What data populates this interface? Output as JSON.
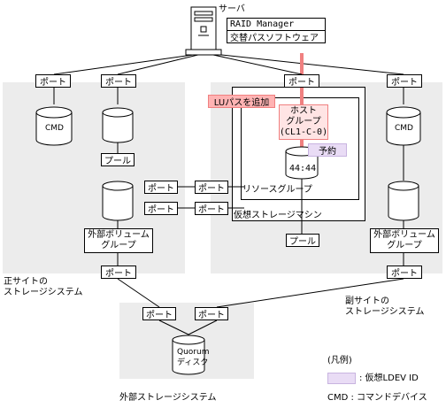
{
  "server": {
    "label": "サーバ",
    "software": [
      "RAID Manager",
      "交替パスソフトウェア"
    ]
  },
  "port_label": "ポート",
  "pool_label": "プール",
  "primary_site": {
    "title_line1": "正サイトの",
    "title_line2": "ストレージシステム",
    "cmd_label": "CMD",
    "ext_group_line1": "外部ボリューム",
    "ext_group_line2": "グループ"
  },
  "secondary_site": {
    "title_line1": "副サイトの",
    "title_line2": "ストレージシステム",
    "cmd_label": "CMD",
    "add_lu_path": "LUパスを追加",
    "host_group_line1": "ホスト",
    "host_group_line2": "グループ",
    "host_group_line3": "(CL1-C-0)",
    "reserve_label": "予約",
    "ldev_id": "44:44",
    "resource_group": "リソースグループ",
    "virtual_storage": "仮想ストレージマシン",
    "ext_group_line1": "外部ボリューム",
    "ext_group_line2": "グループ"
  },
  "external": {
    "title": "外部ストレージシステム",
    "quorum_line1": "Quorum",
    "quorum_line2": "ディスク"
  },
  "legend": {
    "title": "(凡例)",
    "virtual_ldev": ": 仮想LDEV ID",
    "cmd": "CMD : コマンドデバイス"
  },
  "colors": {
    "region_bg": "#ececec",
    "lu_path_red": "#f08080",
    "lu_path_fill": "#ffb3b3",
    "host_group_fill": "#ffe4e4",
    "reserve_fill": "#e9dcf5"
  }
}
